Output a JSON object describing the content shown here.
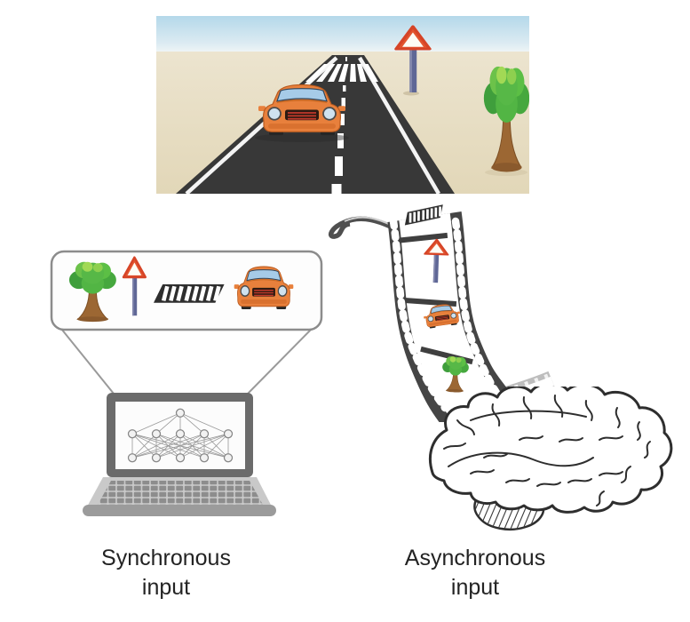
{
  "captions": {
    "synchronous": {
      "line1": "Synchronous",
      "line2": "input"
    },
    "asynchronous": {
      "line1": "Asynchronous",
      "line2": "input"
    }
  },
  "icons": {
    "scene": [
      "road",
      "crosswalk",
      "dashed-center-line",
      "car",
      "warning-sign",
      "tree"
    ],
    "callout_strip": [
      "tree",
      "warning-sign",
      "crosswalk",
      "car"
    ],
    "film_frames": [
      "crosswalk",
      "warning-sign",
      "car",
      "tree"
    ],
    "left_branch": [
      "camera-callout",
      "laptop",
      "neural-network"
    ],
    "right_branch": [
      "film-strip",
      "brain"
    ]
  },
  "colors": {
    "background": "#ffffff",
    "sky": "#b7d9eb",
    "ground": "#e8dfc6",
    "road": "#383838",
    "marking": "#f4f4f4",
    "car_body": "#e8803c",
    "car_window": "#a6cbe8",
    "sign_triangle": "#e2552f",
    "sign_pole": "#5f6796",
    "tree_canopy": "#57b847",
    "tree_trunk": "#9c6733",
    "callout_border": "#8c8c8c",
    "laptop_frame": "#6b6b6b",
    "laptop_base": "#c9c9c9",
    "laptop_keys": "#8d8d8d",
    "film_band": "#454545",
    "brain_line": "#2e2e2e",
    "caption_text": "#232323"
  }
}
